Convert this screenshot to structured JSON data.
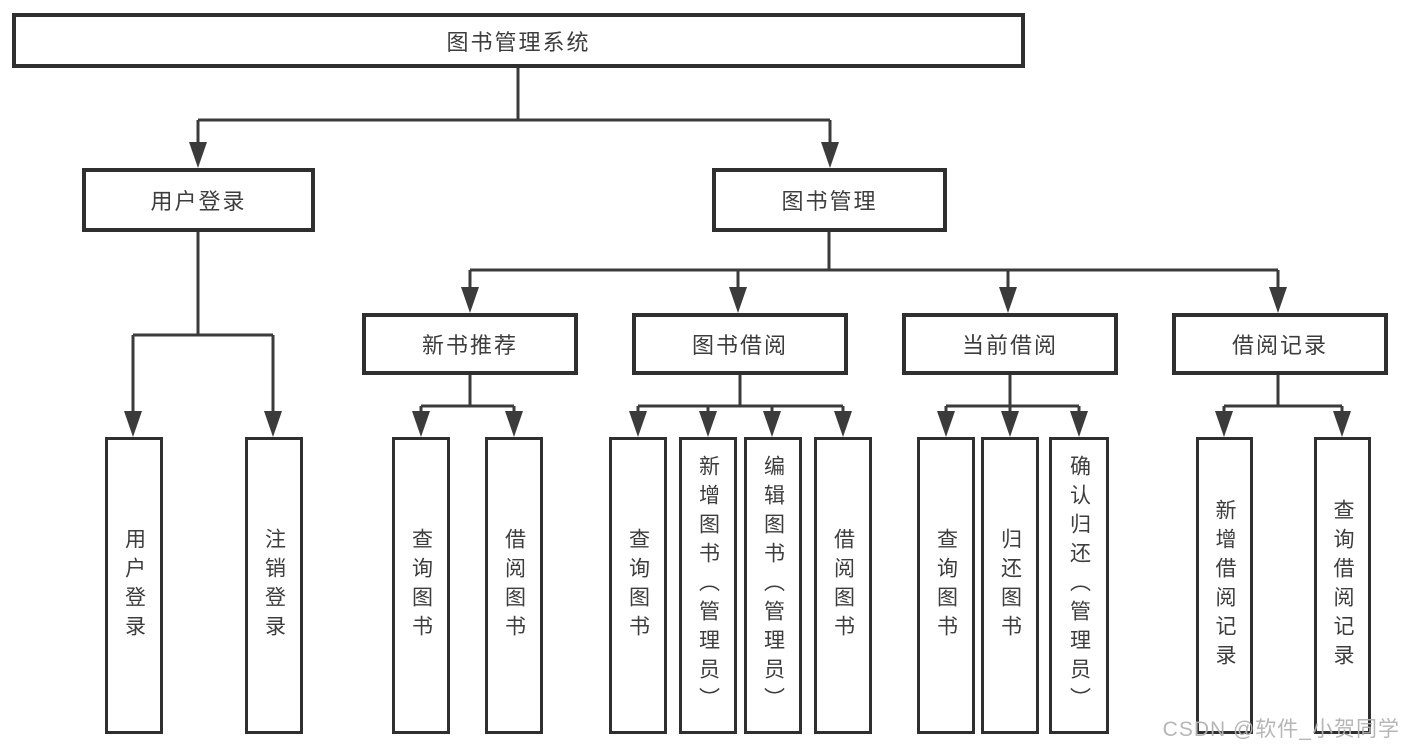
{
  "diagram": {
    "root": {
      "label": "图书管理系统"
    },
    "level2": [
      {
        "label": "用户登录"
      },
      {
        "label": "图书管理"
      }
    ],
    "level3": [
      {
        "label": "新书推荐",
        "parent": "图书管理"
      },
      {
        "label": "图书借阅",
        "parent": "图书管理"
      },
      {
        "label": "当前借阅",
        "parent": "图书管理"
      },
      {
        "label": "借阅记录",
        "parent": "图书管理"
      }
    ],
    "leaves": [
      {
        "label": "用户登录",
        "parent": "用户登录"
      },
      {
        "label": "注销登录",
        "parent": "用户登录"
      },
      {
        "label": "查询图书",
        "parent": "新书推荐"
      },
      {
        "label": "借阅图书",
        "parent": "新书推荐"
      },
      {
        "label": "查询图书",
        "parent": "图书借阅"
      },
      {
        "label": "新增图书（管理员）",
        "parent": "图书借阅"
      },
      {
        "label": "编辑图书（管理员）",
        "parent": "图书借阅"
      },
      {
        "label": "借阅图书",
        "parent": "图书借阅"
      },
      {
        "label": "查询图书",
        "parent": "当前借阅"
      },
      {
        "label": "归还图书",
        "parent": "当前借阅"
      },
      {
        "label": "确认归还（管理员）",
        "parent": "当前借阅"
      },
      {
        "label": "新增借阅记录",
        "parent": "借阅记录"
      },
      {
        "label": "查询借阅记录",
        "parent": "借阅记录"
      }
    ]
  },
  "watermark": {
    "text": "CSDN @软件_小贺同学"
  },
  "colors": {
    "line": "#3b3b3b",
    "box_border": "#2f2f2f",
    "text": "#3d3d3d",
    "background": "#ffffff",
    "watermark": "#b2b2b2"
  }
}
